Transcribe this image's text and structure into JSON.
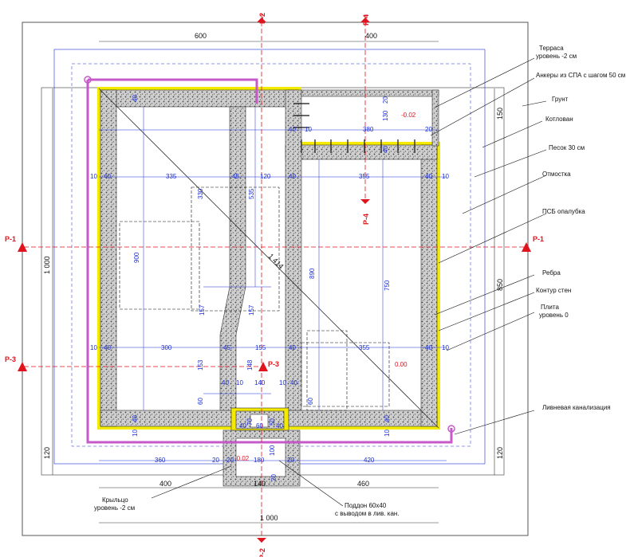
{
  "sections": {
    "p1": "P-1",
    "p2": "P-2",
    "p3": "P-3",
    "p4": "P-4"
  },
  "dims": {
    "top_600": "600",
    "top_400": "400",
    "bottom_400": "400",
    "bottom_140": "140",
    "bottom_460": "460",
    "bottom_1000": "1 000",
    "left_1000": "1 000",
    "left_120": "120",
    "right_150": "150",
    "right_850": "850",
    "right_120": "120",
    "row1_10a": "10",
    "row1_40a": "40",
    "row1_335": "335",
    "row1_45": "45",
    "row1_120": "120",
    "row1_40b": "40",
    "row1_355": "355",
    "row1_40c": "40",
    "row1_10b": "10",
    "row2_10a": "10",
    "row2_40a": "40",
    "row2_300": "300",
    "row2_45": "45",
    "row2_155": "155",
    "row2_40b": "40",
    "row2_355": "355",
    "row2_40c": "40",
    "row2_10b": "10",
    "terr_40": "40",
    "terr_10": "10",
    "terr_380": "380",
    "terr_20": "20",
    "terr_130": "130",
    "terr_20b": "20",
    "terr_40b": "40",
    "v_900": "900",
    "v_330": "330",
    "v_535": "535",
    "v_890": "890",
    "v_750": "750",
    "v_157a": "157",
    "v_157b": "157",
    "v_153": "153",
    "v_148": "148",
    "v_60a": "60",
    "v_60b": "60",
    "v_40top": "40",
    "v_40bot": "40",
    "v_10bot": "10",
    "v_40br": "40",
    "v_10br": "10",
    "diag": "1 414",
    "porch_40a": "40",
    "porch_10": "10",
    "porch_140": "140",
    "porch_10b": "10",
    "porch_40b": "40",
    "porch_70": "70",
    "porch_60": "60",
    "porch_50": "50",
    "porch_40c": "40",
    "porch_40d": "40",
    "porch_100": "100",
    "porch_20a": "20",
    "porch_180": "180",
    "porch_20b": "20",
    "porch_20c": "20",
    "bot_360": "360",
    "bot_20": "20",
    "bot_420": "420"
  },
  "levels": {
    "terrace": "-0.02",
    "slab": "0.00",
    "porch": "-0.02"
  },
  "callouts": {
    "terrace_1": "Терраса",
    "terrace_2": "уровень -2 см",
    "anchors": "Анкеры из СПА с шагом 50 см",
    "soil": "Грунт",
    "pit": "Котлован",
    "sand": "Песок 30 см",
    "blind_area": "Отмостка",
    "formwork": "ПСБ опалубка",
    "ribs": "Ребра",
    "wall_contour": "Контур стен",
    "slab_1": "Плита",
    "slab_2": "уровень 0",
    "drain": "Ливневая канализация",
    "porch_1": "Крыльцо",
    "porch_2": "уровень -2 см",
    "tray_1": "Поддон 60х40",
    "tray_2": "с выводом в лив. кан."
  },
  "colors": {
    "dim_blue": "#1c2fd6",
    "section_red": "#e0141e",
    "formwork_yellow": "#f4ea00",
    "drain_magenta": "#c55ac8"
  }
}
